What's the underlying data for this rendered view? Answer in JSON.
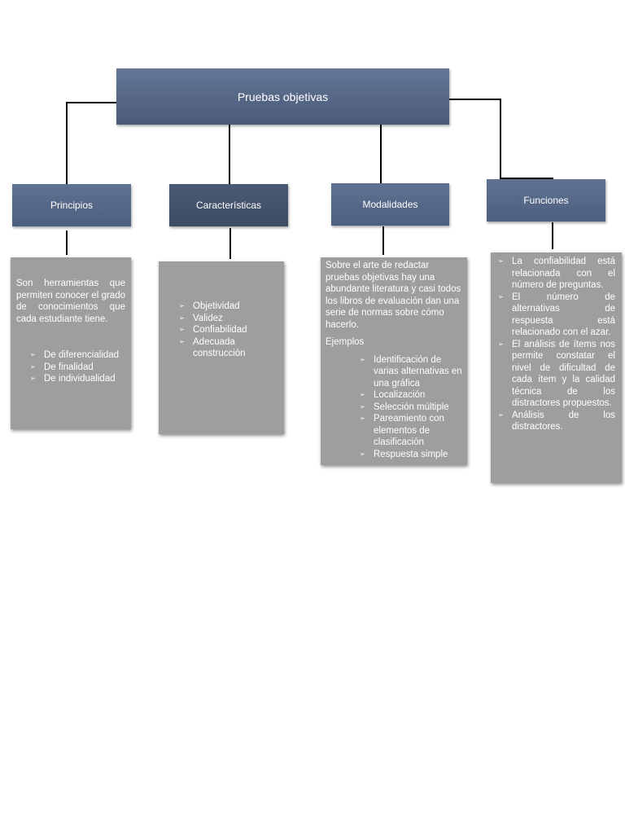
{
  "root": {
    "label": "Pruebas objetivas"
  },
  "branches": {
    "principios": {
      "label": "Principios",
      "text": "Son herramientas que permiten conocer el grado de conocimientos que cada estudiante tiene.",
      "items": [
        "De diferencialidad",
        "De finalidad",
        "De individualidad"
      ]
    },
    "caracteristicas": {
      "label": "Características",
      "items": [
        "Objetividad",
        "Validez",
        "Confiabilidad",
        "Adecuada construcción"
      ]
    },
    "modalidades": {
      "label": "Modalidades",
      "text": "Sobre el arte de redactar pruebas objetivas hay una abundante literatura y casi todos los libros de evaluación dan una serie de normas sobre cómo hacerlo.",
      "examples_label": "Ejemplos",
      "items": [
        "Identificación de varias alternativas en una gráfica",
        "Localización",
        "Selección múltiple",
        "Pareamiento con elementos de clasificación",
        "Respuesta simple"
      ]
    },
    "funciones": {
      "label": "Funciones",
      "items": [
        "La confiabilidad está relacionada con el número de preguntas.",
        "El número de alternativas de respuesta está relacionado con el azar.",
        "El análisis de ítems nos permite constatar el nivel de dificultad de cada ítem y la calidad técnica de los distractores propuestos.",
        "Análisis de los distractores."
      ]
    }
  },
  "bullet_glyph": "➢",
  "colors": {
    "box_blue": "#556887",
    "box_dark": "#44526c",
    "panel_gray": "#9e9e9e",
    "text": "#ffffff",
    "connector": "#000000"
  }
}
